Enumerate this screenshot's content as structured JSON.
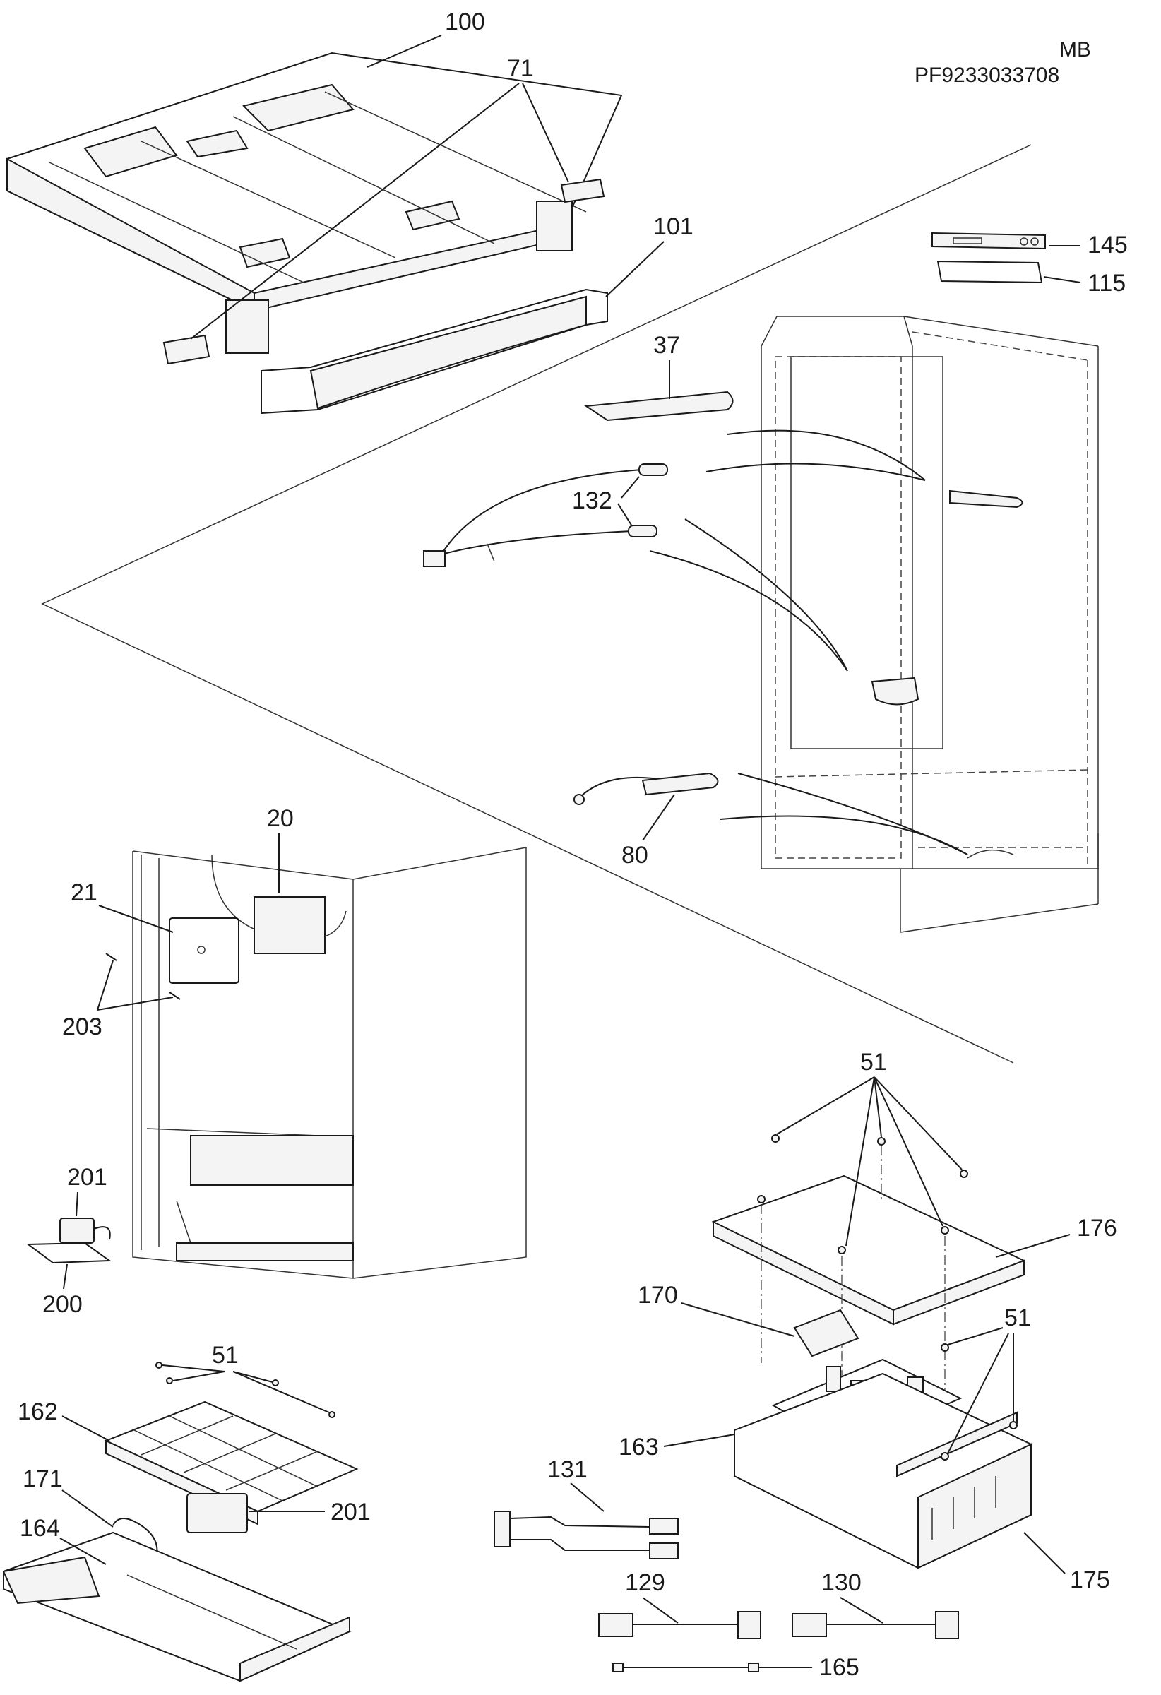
{
  "header": {
    "model": "MB",
    "part_number": "PF9233033708"
  },
  "labels": {
    "p100": "100",
    "p71": "71",
    "p101": "101",
    "p145": "145",
    "p115": "115",
    "p37": "37",
    "p132": "132",
    "p80": "80",
    "p20": "20",
    "p21": "21",
    "p203": "203",
    "p201a": "201",
    "p200": "200",
    "p51a": "51",
    "p176": "176",
    "p170": "170",
    "p51b": "51",
    "p51c": "51",
    "p162": "162",
    "p171": "171",
    "p201b": "201",
    "p164": "164",
    "p163": "163",
    "p131": "131",
    "p175": "175",
    "p129": "129",
    "p130": "130",
    "p165": "165"
  },
  "colors": {
    "line": "#1a1a1a",
    "fill": "#f4f4f4",
    "background": "#ffffff"
  }
}
